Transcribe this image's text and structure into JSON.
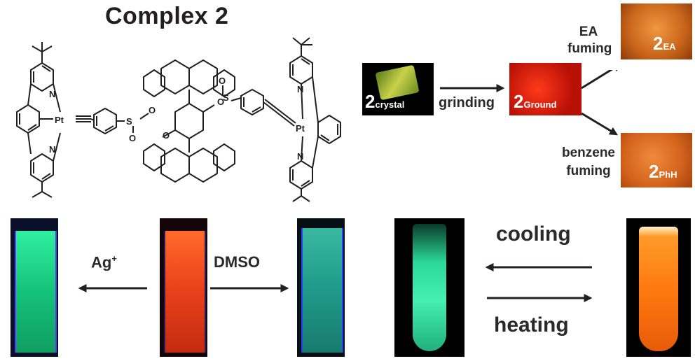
{
  "title": "Complex 2",
  "chemistry": {
    "metal_left": "Pt",
    "metal_right": "Pt",
    "n_atom": "N",
    "o_atom": "O",
    "s_atom": "S"
  },
  "top_scheme": {
    "crystal_label_main": "2",
    "crystal_label_sub": "crystal",
    "grinding": "grinding",
    "ground_label_main": "2",
    "ground_label_sub": "Ground",
    "ea_line1": "EA",
    "ea_line2": "fuming",
    "ea_label_main": "2",
    "ea_label_sub": "EA",
    "benzene_line1": "benzene",
    "benzene_line2": "fuming",
    "phh_label_main": "2",
    "phh_label_sub": "PhH"
  },
  "bottom_scheme": {
    "ag_label": "Ag",
    "ag_sup": "+",
    "dmso_label": "DMSO",
    "cooling_label": "cooling",
    "heating_label": "heating"
  },
  "colors": {
    "green_emission": "#1fd38a",
    "red_emission": "#e8401a",
    "orange_emission": "#ff8a1c",
    "text": "#231f20"
  }
}
